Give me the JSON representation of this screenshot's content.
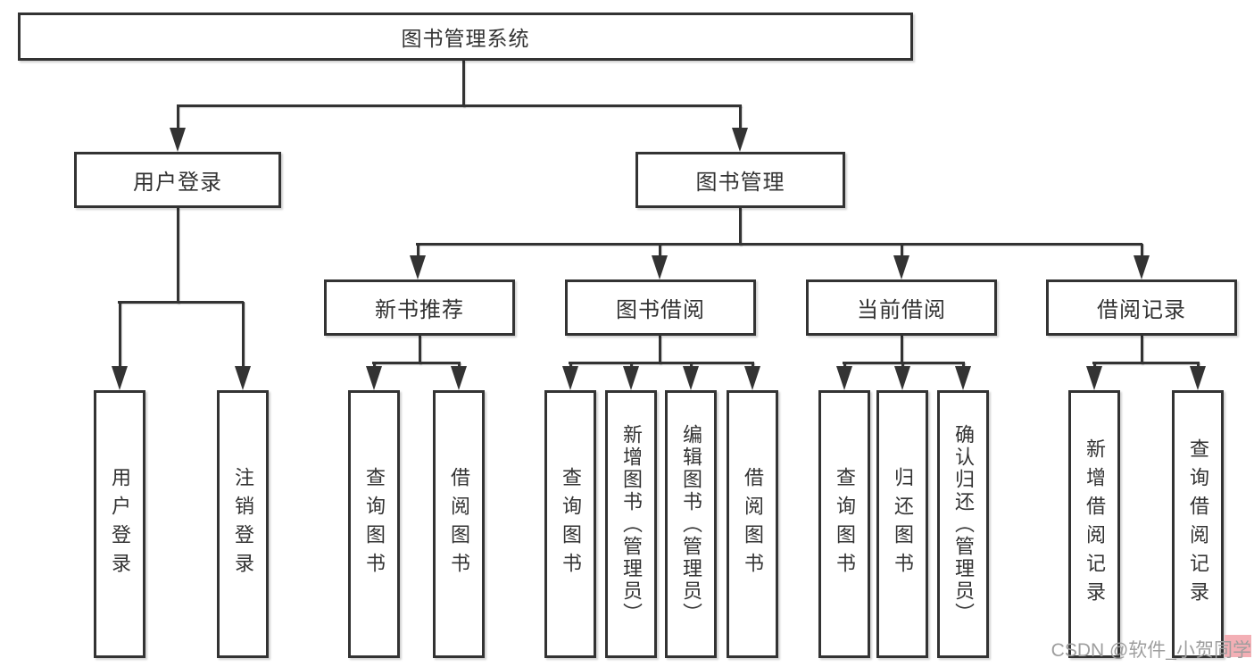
{
  "root": {
    "label": "图书管理系统"
  },
  "branches": {
    "user_login": {
      "label": "用户登录",
      "children": [
        {
          "label": "用户登录"
        },
        {
          "label": "注销登录"
        }
      ]
    },
    "book_management": {
      "label": "图书管理",
      "children": {
        "new_book": {
          "label": "新书推荐",
          "children": [
            {
              "label": "查询图书"
            },
            {
              "label": "借阅图书"
            }
          ]
        },
        "borrowing": {
          "label": "图书借阅",
          "children": [
            {
              "label": "查询图书"
            },
            {
              "label": "新增图书（管理员）"
            },
            {
              "label": "编辑图书（管理员）"
            },
            {
              "label": "借阅图书"
            }
          ]
        },
        "current_borrow": {
          "label": "当前借阅",
          "children": [
            {
              "label": "查询图书"
            },
            {
              "label": "归还图书"
            },
            {
              "label": "确认归还（管理员）"
            }
          ]
        },
        "borrow_records": {
          "label": "借阅记录",
          "children": [
            {
              "label": "新增借阅记录"
            },
            {
              "label": "查询借阅记录"
            }
          ]
        }
      }
    }
  },
  "watermark": {
    "text": "CSDN @软件_小贺同学"
  },
  "colors": {
    "line": "#333333",
    "box_background": "#ffffff",
    "text": "#333333",
    "watermark_text": "#9e9e9e",
    "watermark_accent": "#f3afb5",
    "background": "#ffffff"
  }
}
